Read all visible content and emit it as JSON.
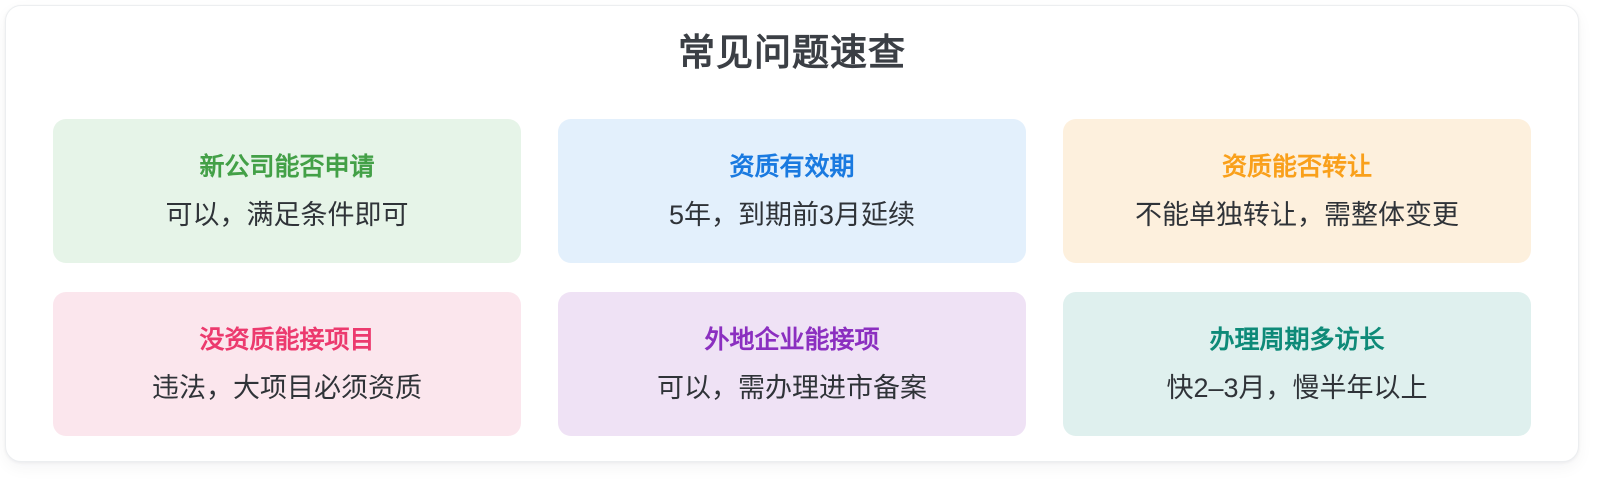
{
  "panel": {
    "title": "常见问题速查"
  },
  "cards": [
    {
      "question": "新公司能否申请",
      "answer": "可以，满足条件即可",
      "tone": "green",
      "accent_color": "#43a047",
      "background_color": "#e6f4e8"
    },
    {
      "question": "资质有效期",
      "answer": "5年，到期前3月延续",
      "tone": "blue",
      "accent_color": "#1a7ae0",
      "background_color": "#e3f0fc"
    },
    {
      "question": "资质能否转让",
      "answer": "不能单独转让，需整体变更",
      "tone": "orange",
      "accent_color": "#f9a01b",
      "background_color": "#fdf0dd"
    },
    {
      "question": "没资质能接项目",
      "answer": "违法，大项目必须资质",
      "tone": "pink",
      "accent_color": "#ec3a6e",
      "background_color": "#fbe6ed"
    },
    {
      "question": "外地企业能接项",
      "answer": "可以，需办理进市备案",
      "tone": "purple",
      "accent_color": "#8b2fc0",
      "background_color": "#efe2f5"
    },
    {
      "question": "办理周期多访长",
      "answer": "快2–3月，慢半年以上",
      "tone": "teal",
      "accent_color": "#0e8a78",
      "background_color": "#dff0ee"
    }
  ],
  "theme": {
    "page_background": "#ffffff",
    "panel_background": "#ffffff",
    "panel_border": "#eceef0",
    "title_color": "#3b3f45",
    "answer_color": "#2f3338"
  }
}
